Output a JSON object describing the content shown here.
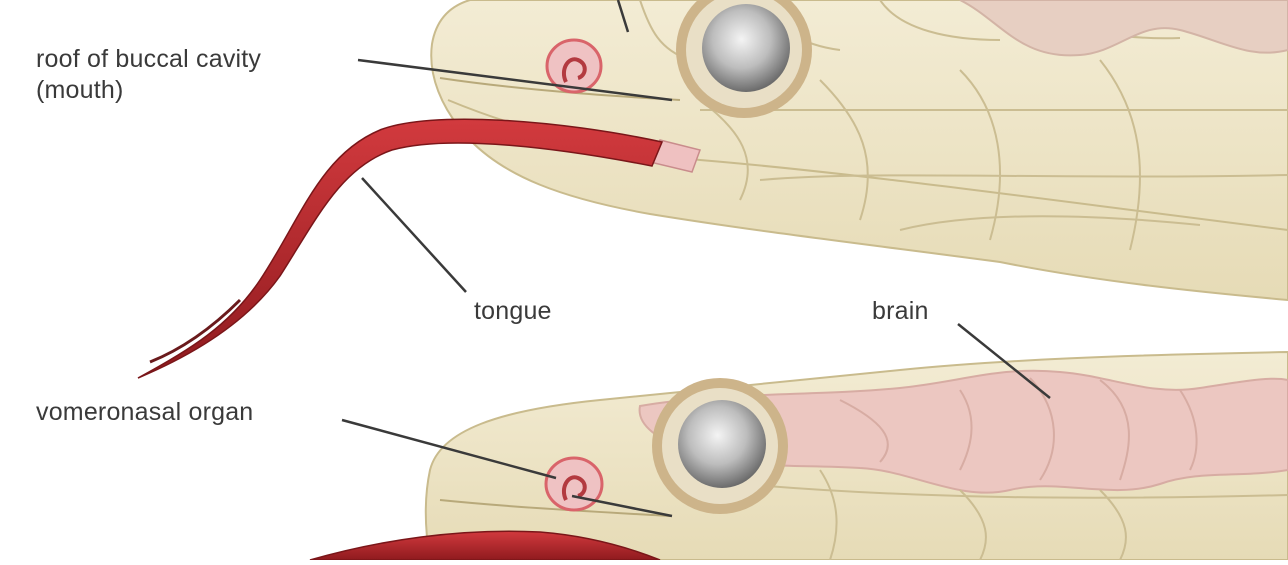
{
  "labels": {
    "roof_line1": "roof of buccal cavity",
    "roof_line2": "(mouth)",
    "tongue": "tongue",
    "brain": "brain",
    "vomeronasal": "vomeronasal organ"
  },
  "colors": {
    "background": "#ffffff",
    "skin": "#eee5c6",
    "scale_lines": "#cbbd92",
    "brain_tissue": "#ecc3bf",
    "tongue": "#b3242a",
    "tongue_dark": "#7a1619",
    "organ": "#d9646a",
    "leader_line": "#3a3a3a"
  },
  "icons": [
    "snake-head-upper-illustration",
    "snake-head-lower-illustration",
    "eye-icon",
    "forked-tongue-icon"
  ]
}
